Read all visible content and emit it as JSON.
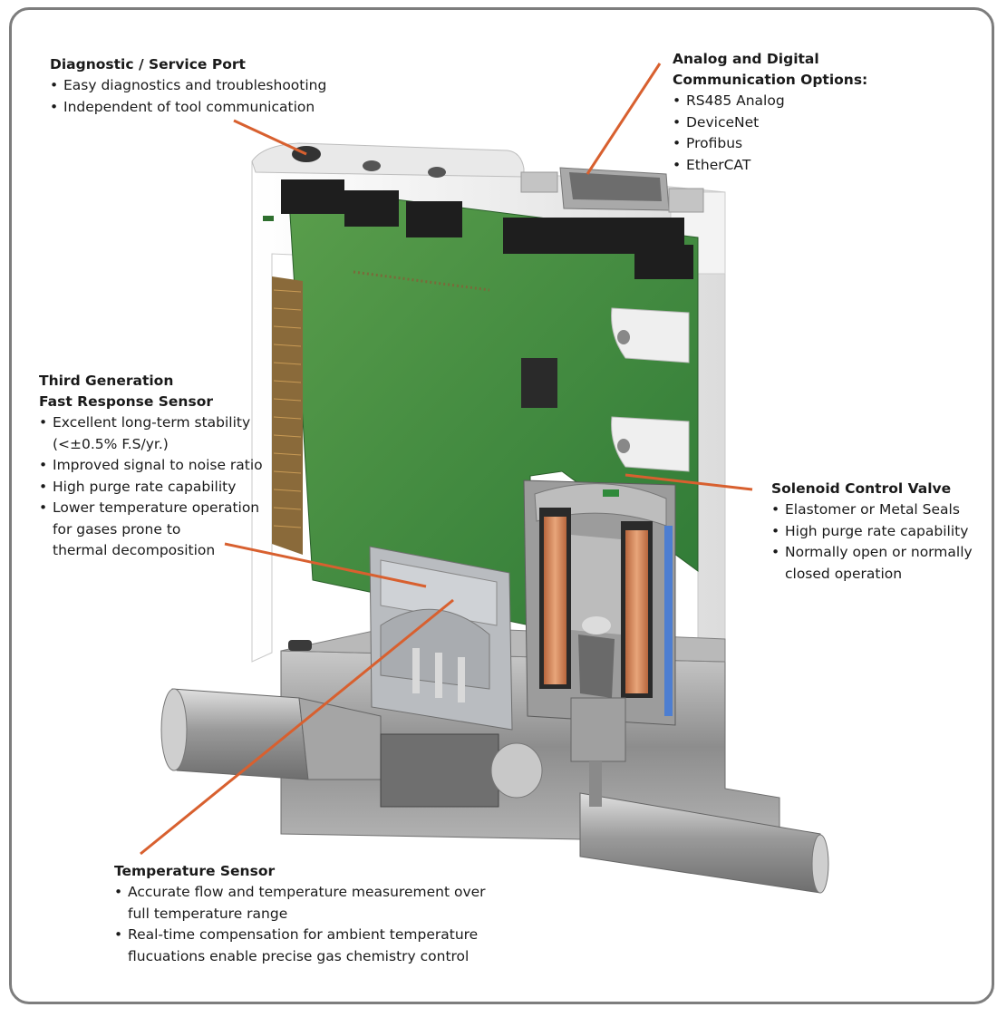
{
  "callouts": {
    "diagnostic": {
      "title": "Diagnostic / Service Port",
      "items": [
        "Easy diagnostics and troubleshooting",
        "Independent of tool communication"
      ]
    },
    "communication": {
      "title_line1": "Analog and Digital",
      "title_line2": "Communication Options:",
      "items": [
        "RS485 Analog",
        "DeviceNet",
        "Profibus",
        "EtherCAT"
      ]
    },
    "sensor": {
      "title_line1": "Third Generation",
      "title_line2": "Fast Response Sensor",
      "items": [
        "Excellent long-term stability",
        "(<±0.5% F.S/yr.)",
        "Improved signal to noise ratio",
        "High purge rate capability",
        "Lower temperature operation",
        "for gases prone to",
        "thermal decomposition"
      ]
    },
    "valve": {
      "title": "Solenoid Control Valve",
      "items": [
        "Elastomer or Metal Seals",
        "High purge rate capability",
        "Normally open or normally",
        "closed operation"
      ]
    },
    "temperature": {
      "title": "Temperature Sensor",
      "items": [
        "Accurate flow and temperature measurement over",
        "full temperature range",
        "Real-time compensation for ambient temperature",
        "flucuations enable precise gas chemistry control"
      ]
    }
  },
  "colors": {
    "leader": "#d8602f",
    "pcb": "#3f8a3a",
    "housing": "#f2f2f2",
    "metal": "#9a9a9a",
    "coil": "#d98b5d",
    "frame": "#7d7d7d"
  }
}
